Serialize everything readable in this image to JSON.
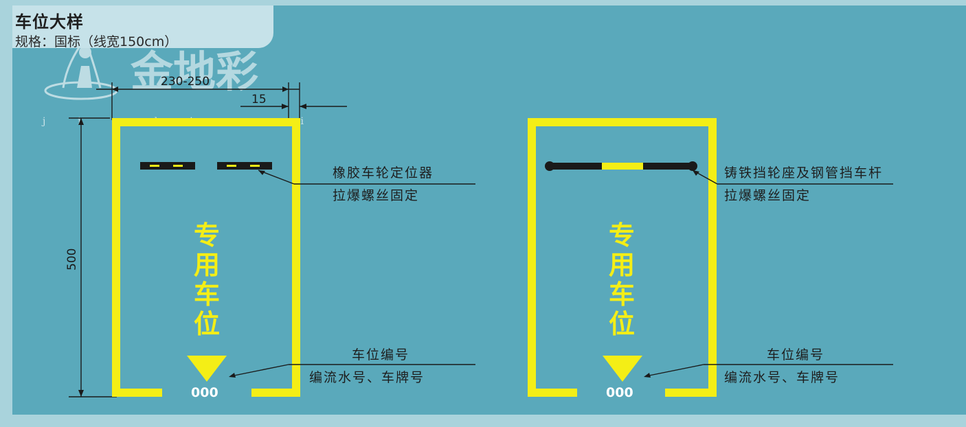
{
  "title": "车位大样",
  "subtitle": "规格：国标（线宽150cm）",
  "watermark": {
    "logo_text": "金地彩",
    "sub_text": "j i n d i c a i"
  },
  "colors": {
    "background": "#5aa9bb",
    "marking_yellow": "#f4ee16",
    "stop_black": "#1a1a1a"
  },
  "dimensions": {
    "width": "230-250",
    "line": "15",
    "length": "500"
  },
  "left_slot": {
    "device_label_1": "橡胶车轮定位器",
    "device_label_2": "拉爆螺丝固定",
    "text_chars": [
      "专",
      "用",
      "车",
      "位"
    ],
    "number": "000",
    "number_label_1": "车位编号",
    "number_label_2": "编流水号、车牌号"
  },
  "right_slot": {
    "device_label_1": "铸铁挡轮座及钢管挡车杆",
    "device_label_2": "拉爆螺丝固定",
    "text_chars": [
      "专",
      "用",
      "车",
      "位"
    ],
    "number": "000",
    "number_label_1": "车位编号",
    "number_label_2": "编流水号、车牌号"
  }
}
